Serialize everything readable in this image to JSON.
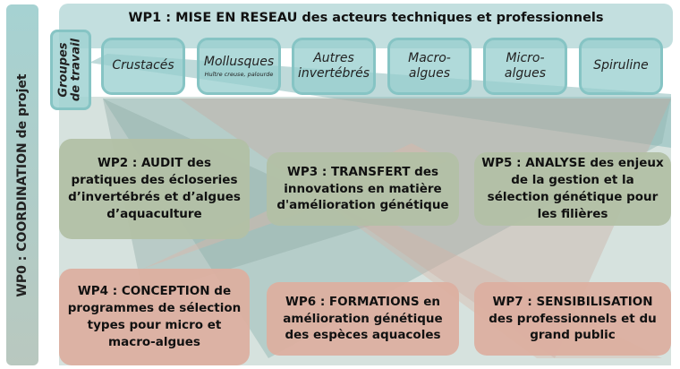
{
  "wp0": {
    "label": "WP0 : COORDINATION de projet"
  },
  "wp1": {
    "title": "WP1 : MISE EN RESEAU des acteurs techniques et professionnels"
  },
  "groupes": {
    "label_line1": "Groupes",
    "label_line2": "de travail"
  },
  "groups": [
    {
      "name": "Crustacés"
    },
    {
      "name": "Mollusques",
      "sub": "Huître creuse, palourde"
    },
    {
      "name": "Autres invertébrés"
    },
    {
      "name": "Macro-algues"
    },
    {
      "name": "Micro-algues"
    },
    {
      "name": "Spiruline"
    }
  ],
  "workpackages": {
    "wp2": "WP2 : AUDIT des pratiques des écloseries d’invertébrés et d’algues d’aquaculture",
    "wp3": "WP3 : TRANSFERT des innovations en matière d'amélioration génétique",
    "wp5": "WP5 : ANALYSE des enjeux de la gestion et la sélection génétique pour les filières",
    "wp4": "WP4 : CONCEPTION de programmes de sélection types pour micro et macro-algues",
    "wp6": "WP6 : FORMATIONS en amélioration génétique des espèces aquacoles",
    "wp7": "WP7 : SENSIBILISATION des professionnels et du grand public"
  },
  "colors": {
    "teal": "#c3dfdf",
    "group_border": "#86c4c4",
    "green": "#b2c0a5",
    "pink": "#dcafa0"
  }
}
